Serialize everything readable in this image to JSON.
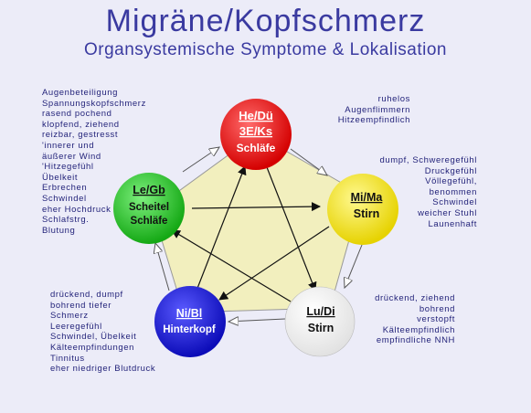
{
  "title": "Migräne/Kopfschmerz",
  "subtitle": "Organsystemische Symptome & Lokalisation",
  "nodes": {
    "he": {
      "label": "He/Dü",
      "label2": "3E/Ks",
      "sub": "Schläfe",
      "color": "#ee1111"
    },
    "mi": {
      "label": "Mi/Ma",
      "sub": "Stirn",
      "color": "#f3e312"
    },
    "lu": {
      "label": "Lu/Di",
      "sub": "Stirn",
      "color": "#fafafa"
    },
    "ni": {
      "label": "Ni/Bl",
      "sub": "Hinterkopf",
      "color": "#1a1acc"
    },
    "le": {
      "label": "Le/Gb",
      "sub": "Scheitel",
      "sub2": "Schläfe",
      "color": "#1fbf1f"
    }
  },
  "symptoms": {
    "le": [
      "Augenbeteiligung",
      "Spannungskopfschmerz",
      "rasend pochend",
      "klopfend, ziehend",
      "reizbar, gestresst",
      "'innerer und",
      "äußerer Wind",
      "'Hitzegefühl",
      "Übelkeit",
      "Erbrechen",
      "Schwindel",
      "eher Hochdruck",
      "Schlafstrg.",
      "Blutung"
    ],
    "he": [
      "ruhelos",
      "Augenflimmern",
      "Hitzeempfindlich"
    ],
    "mi": [
      "dumpf, Schweregefühl",
      "Druckgefühl",
      "Völlegefühl,",
      "benommen",
      "Schwindel",
      "weicher Stuhl",
      "Launenhaft"
    ],
    "ni": [
      "drückend, dumpf",
      "bohrend tiefer",
      "Schmerz",
      "Leeregefühl",
      "Schwindel, Übelkeit",
      "Kälteempfindungen",
      "Tinnitus",
      "eher niedriger Blutdruck"
    ],
    "lu": [
      "drückend, ziehend",
      "bohrend",
      "verstopft",
      "Kälteempfindlich",
      "empfindliche NNH"
    ]
  }
}
